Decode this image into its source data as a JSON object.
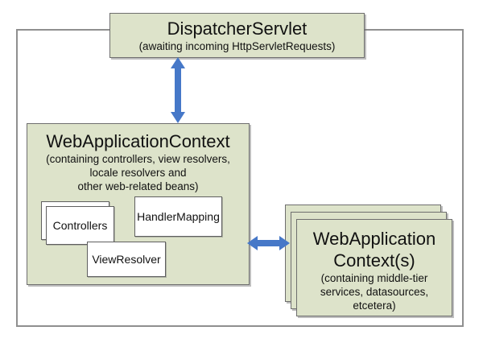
{
  "colors": {
    "box_fill": "#dde3ca",
    "box_border": "#6e6e6e",
    "outer_border": "#8f8f8f",
    "arrow_blue": "#4678c8",
    "text_color": "#111111"
  },
  "dispatcher_servlet": {
    "title": "DispatcherServlet",
    "subtitle": "(awaiting incoming HttpServletRequests)"
  },
  "web_application_context": {
    "title": "WebApplicationContext",
    "subtitle_lines": [
      "(containing controllers, view resolvers,",
      "locale resolvers and",
      "other web-related beans)"
    ],
    "beans": {
      "controllers": "Controllers",
      "handler_mapping": "HandlerMapping",
      "view_resolver": "ViewResolver"
    }
  },
  "web_application_contexts": {
    "title_lines": [
      "WebApplication",
      "Context(s)"
    ],
    "subtitle_lines": [
      "(containing middle-tier",
      "services, datasources,",
      "etcetera)"
    ]
  },
  "arrows": [
    {
      "name": "dispatcher-to-webapplicationcontext",
      "type": "bidirectional-vertical"
    },
    {
      "name": "webapplicationcontext-to-contexts",
      "type": "bidirectional-horizontal"
    }
  ]
}
